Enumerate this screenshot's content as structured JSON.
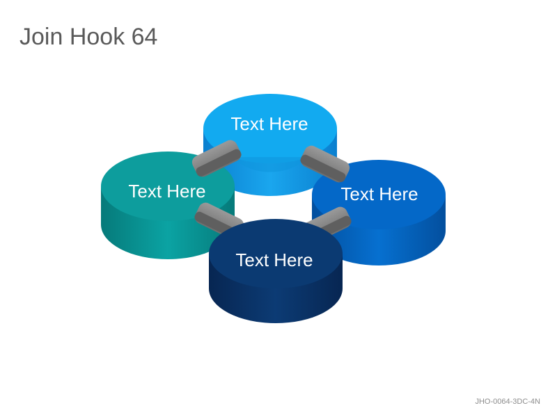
{
  "slide": {
    "title": "Join Hook 64",
    "footer_code": "JHO-0064-3DC-4N"
  },
  "diagram": {
    "nodes": [
      {
        "id": "top",
        "label": "Text Here",
        "color_top": "#12aaf0",
        "color_side": "#0b8ad8"
      },
      {
        "id": "left",
        "label": "Text Here",
        "color_top": "#0d9d9d",
        "color_side": "#068383"
      },
      {
        "id": "right",
        "label": "Text Here",
        "color_top": "#0468c8",
        "color_side": "#0457ac"
      },
      {
        "id": "bottom",
        "label": "Text Here",
        "color_top": "#0b3a72",
        "color_side": "#082c5a"
      }
    ],
    "connector_color": "#7f7f7f"
  }
}
